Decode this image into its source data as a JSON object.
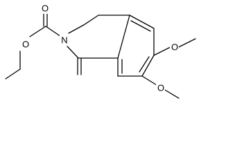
{
  "structure": {
    "atom_labels": {
      "carbonyl_oxygen": "O",
      "ester_oxygen": "O",
      "ring_nitrogen": "N",
      "methoxy_oxygen_6": "O",
      "methoxy_oxygen_7": "O"
    }
  }
}
